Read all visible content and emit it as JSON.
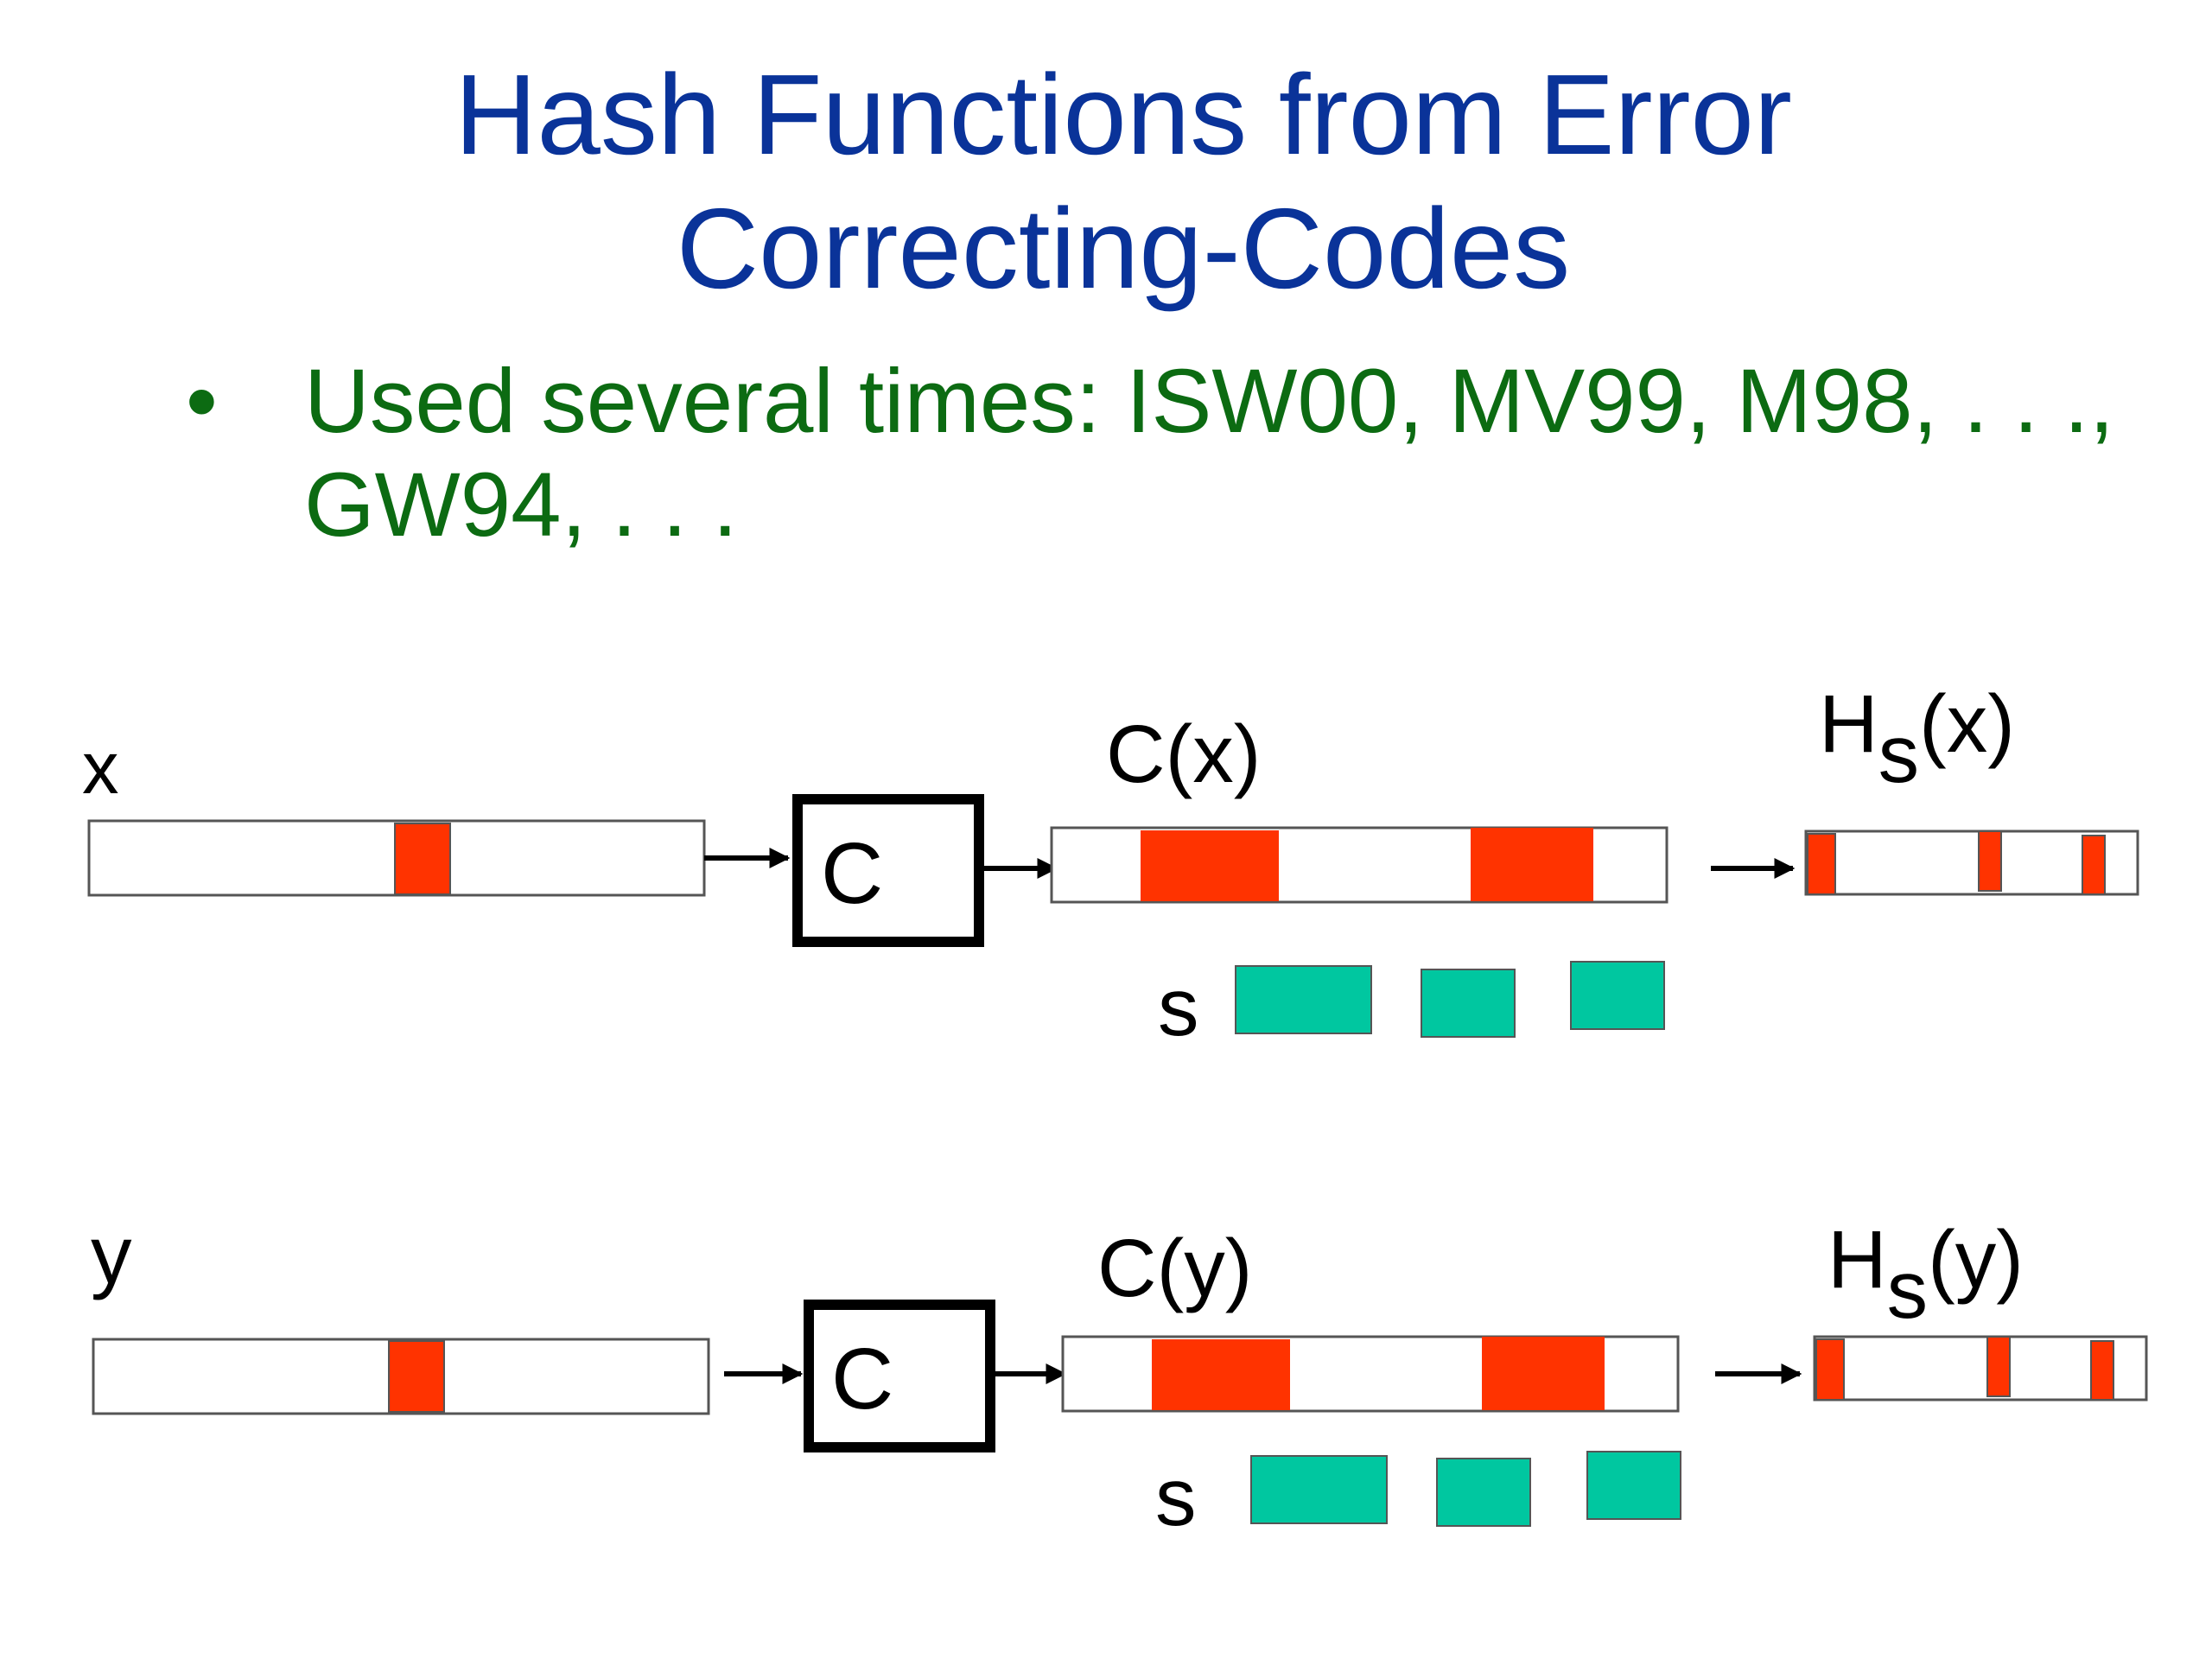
{
  "title": {
    "line1": "Hash Functions from Error",
    "line2": "Correcting-Codes"
  },
  "bullet": {
    "symbol": "•",
    "line1": "Used several times: ISW00, MV99, M98, . . .,",
    "line2": "GW94, . . ."
  },
  "colors": {
    "title": "#0a3399",
    "bullet": "#0c6b12",
    "highlight": "#ff3300",
    "seed": "#00c7a0"
  },
  "rows": [
    {
      "input_label": "x",
      "encoder_label": "C",
      "codeword_label": "C(x)",
      "seed_label": "s",
      "hash_label_main": "H",
      "hash_label_sub": "s",
      "hash_label_arg": "(x)"
    },
    {
      "input_label": "y",
      "encoder_label": "C",
      "codeword_label": "C(y)",
      "seed_label": "s",
      "hash_label_main": "H",
      "hash_label_sub": "s",
      "hash_label_arg": "(y)"
    }
  ]
}
